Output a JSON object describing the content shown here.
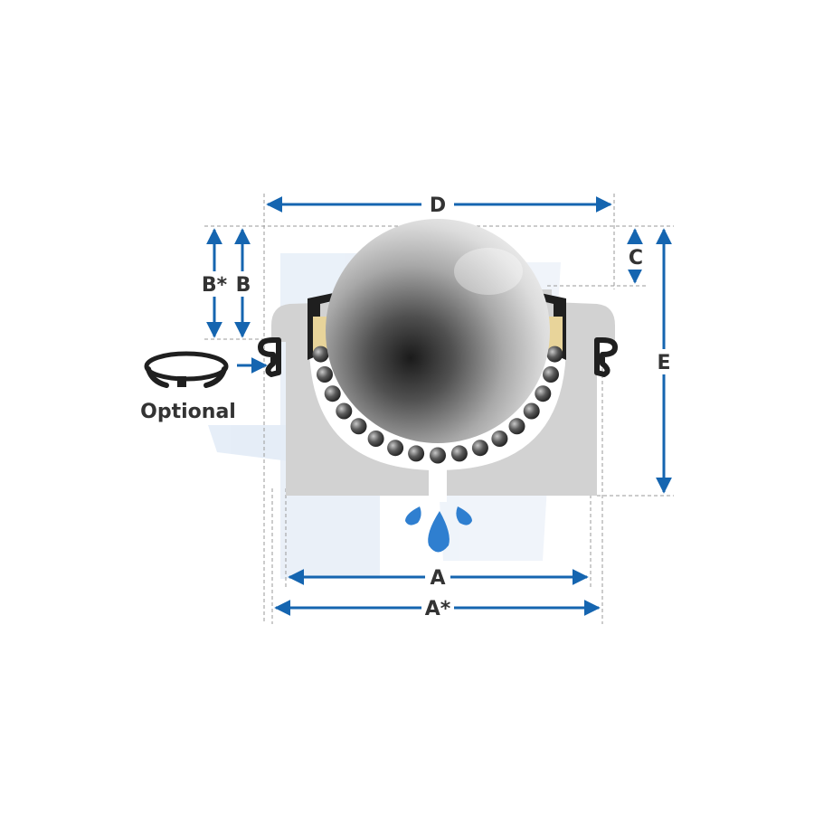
{
  "labels": {
    "A": "A",
    "A_star": "A*",
    "B": "B",
    "B_star": "B*",
    "C": "C",
    "D": "D",
    "E": "E",
    "optional": "Optional"
  },
  "colors": {
    "dimension_arrow": "#1565b0",
    "housing": "#d0d0d0",
    "watermark": "#e6eef7",
    "seal": "#e8d49a",
    "water": "#2f7fd0",
    "label_text": "#333333"
  },
  "icons": {
    "main_ball": "steel-ball",
    "support_balls": "bearing-balls",
    "drain": "water-drops",
    "optional_part": "retaining-ring"
  }
}
